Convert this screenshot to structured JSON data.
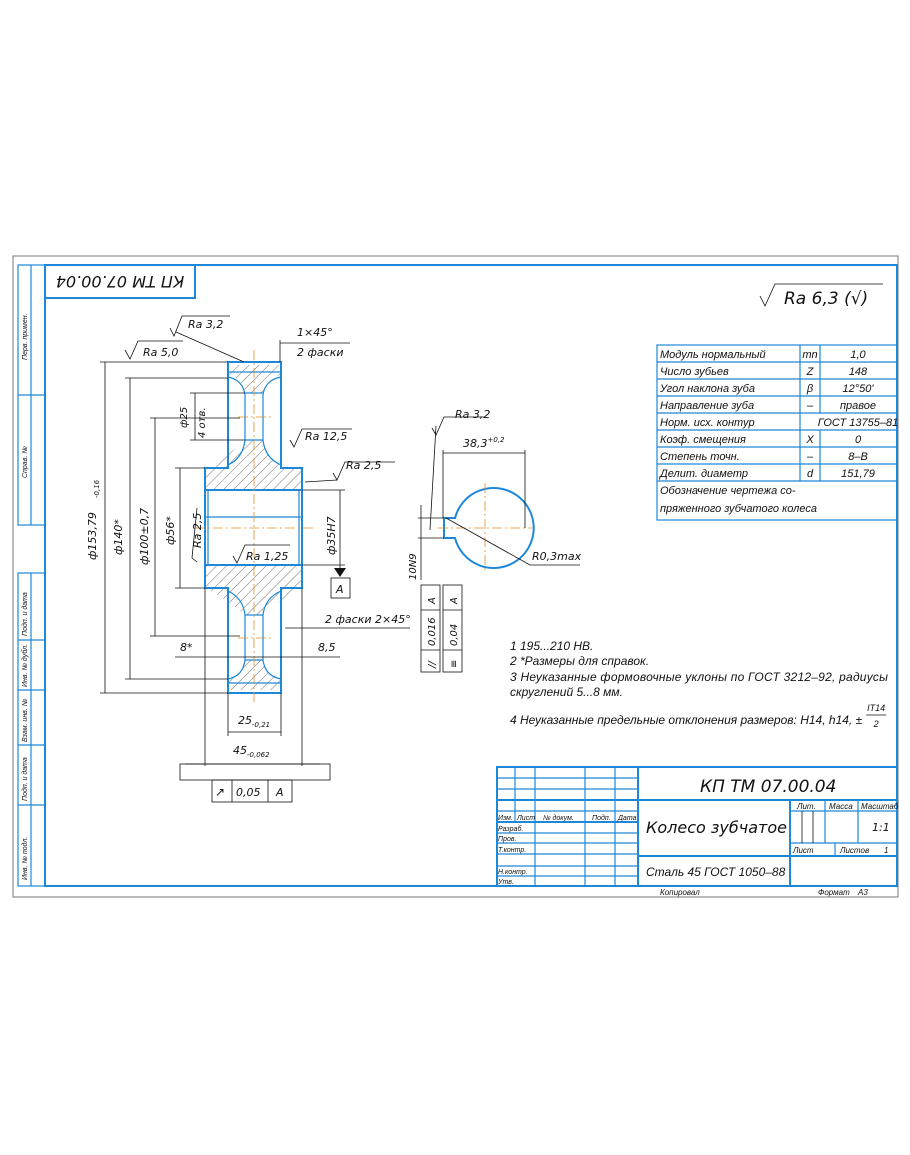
{
  "drawing": {
    "stamp_rotated": "КП ТМ 07.00.04",
    "roughness_general": "Ra 6,3 (√)",
    "left_strip": [
      "Перв. примен.",
      "Справ. №",
      "Подп. и дата",
      "Инв. № дубл.",
      "Взам. инв. №",
      "Подп. и дата",
      "Инв. № подл."
    ],
    "gear_view": {
      "ra_rim": "Ra 3,2",
      "ra_outer": "Ra 5,0",
      "chamfer": "1×45°",
      "chamfer_note": "2 фаски",
      "ra_web": "Ra 12,5",
      "ra_hub": "Ra 2,5",
      "ra_bore": "Ra 2,5",
      "ra_hub_face": "Ra 1,25",
      "dia_outer": "ф153,79",
      "dia_outer_tol": "-0,16",
      "dia_140": "ф140*",
      "dia_100": "ф100±0,7",
      "dia_56": "ф56*",
      "dia_holes": "ф25",
      "holes_count": "4 отв.",
      "dia_bore": "ф35H7",
      "datum": "A",
      "hub_chamfer": "2 фаски 2×45°",
      "dim_8": "8*",
      "dim_85": "8,5",
      "width_rim": "25",
      "width_rim_tol": "-0,21",
      "width_hub": "45",
      "width_hub_tol": "-0,062",
      "runout_symbol": "↗",
      "runout_value": "0,05",
      "runout_datum": "A"
    },
    "keyway_view": {
      "ra": "Ra 3,2",
      "depth": "38,3",
      "depth_tol": "+0,2",
      "radius": "R0,3max",
      "width": "10N9",
      "parallel_symbol": "//",
      "parallel_value": "0,016",
      "parallel_datum": "A",
      "sym_symbol": "≡",
      "sym_value": "0,04",
      "sym_datum": "A"
    },
    "params_table": [
      {
        "name": "Модуль нормальный",
        "sym": "mn",
        "value": "1,0"
      },
      {
        "name": "Число зубьев",
        "sym": "Z",
        "value": "148"
      },
      {
        "name": "Угол наклона зуба",
        "sym": "β",
        "value": "12°50'"
      },
      {
        "name": "Направление зуба",
        "sym": "–",
        "value": "правое"
      },
      {
        "name": "Норм. исх. контур",
        "sym": "",
        "value": "ГОСТ 13755–81"
      },
      {
        "name": "Коэф. смещения",
        "sym": "X",
        "value": "0"
      },
      {
        "name": "Степень точн.",
        "sym": "–",
        "value": "8–В"
      },
      {
        "name": "Делит. диаметр",
        "sym": "d",
        "value": "151,79"
      },
      {
        "name": "Обозначение чертежа со-",
        "name2": "пряженного зубчатого колеса",
        "sym": "",
        "value": ""
      }
    ],
    "notes": [
      "1 195...210 НВ.",
      "2 *Размеры для справок.",
      "3 Неуказанные формовочные уклоны по ГОСТ 3212–92, радиусы",
      "скруглений 5...8 мм.",
      "4 Неуказанные предельные отклонения размеров: Н14, h14, ±",
      "IT14",
      "2"
    ],
    "title_block": {
      "doc_code": "КП ТМ 07.00.04",
      "part_name": "Колесо зубчатое",
      "material": "Сталь 45 ГОСТ 1050–88",
      "col_headers": [
        "Изм.",
        "Лист",
        "№ докум.",
        "Подп.",
        "Дата"
      ],
      "roles": [
        "Разраб.",
        "Пров.",
        "Т.контр.",
        "Н.контр.",
        "Утв."
      ],
      "lit": "Лит.",
      "mass": "Масса",
      "scale_label": "Масштаб",
      "scale": "1:1",
      "sheet": "Лист",
      "sheets": "Листов",
      "sheets_count": "1",
      "copied": "Копировал",
      "format_label": "Формат",
      "format": "А3"
    }
  }
}
